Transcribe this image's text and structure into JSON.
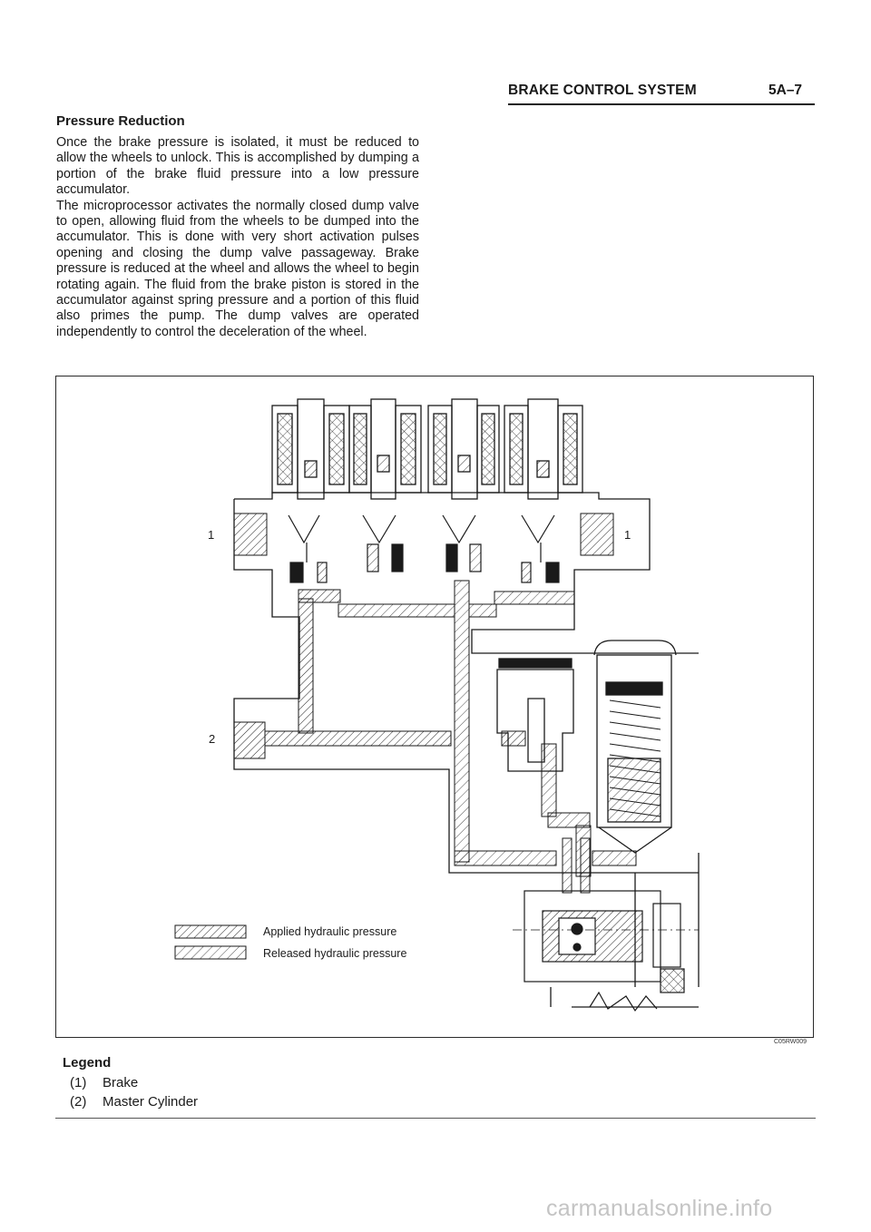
{
  "header": {
    "section_title": "BRAKE CONTROL SYSTEM",
    "page_number": "5A–7"
  },
  "section": {
    "heading": "Pressure Reduction",
    "paragraphs": [
      "Once the brake pressure is isolated, it must be reduced to allow the wheels to unlock. This is accomplished by dumping a portion of the brake fluid pressure into a low pressure accumulator.",
      "The microprocessor activates the normally closed dump valve to open, allowing fluid from the wheels to be dumped into the accumulator. This is done with very short activation pulses opening and closing the dump valve passageway. Brake pressure is reduced at the wheel and allows the wheel to begin rotating again. The fluid from the brake piston is stored in the accumulator against spring pressure and a portion of this fluid also primes the pump. The dump valves are operated independently to control the deceleration of the wheel."
    ]
  },
  "figure": {
    "callouts": {
      "left_brake": "1",
      "right_brake": "1",
      "master_cylinder": "2"
    },
    "key": {
      "applied": "Applied hydraulic pressure",
      "released": "Released hydraulic pressure"
    },
    "code": "C05RW009"
  },
  "legend": {
    "title": "Legend",
    "items": [
      {
        "num": "(1)",
        "label": "Brake"
      },
      {
        "num": "(2)",
        "label": "Master Cylinder"
      }
    ]
  },
  "watermark": "carmanualsonline.info"
}
